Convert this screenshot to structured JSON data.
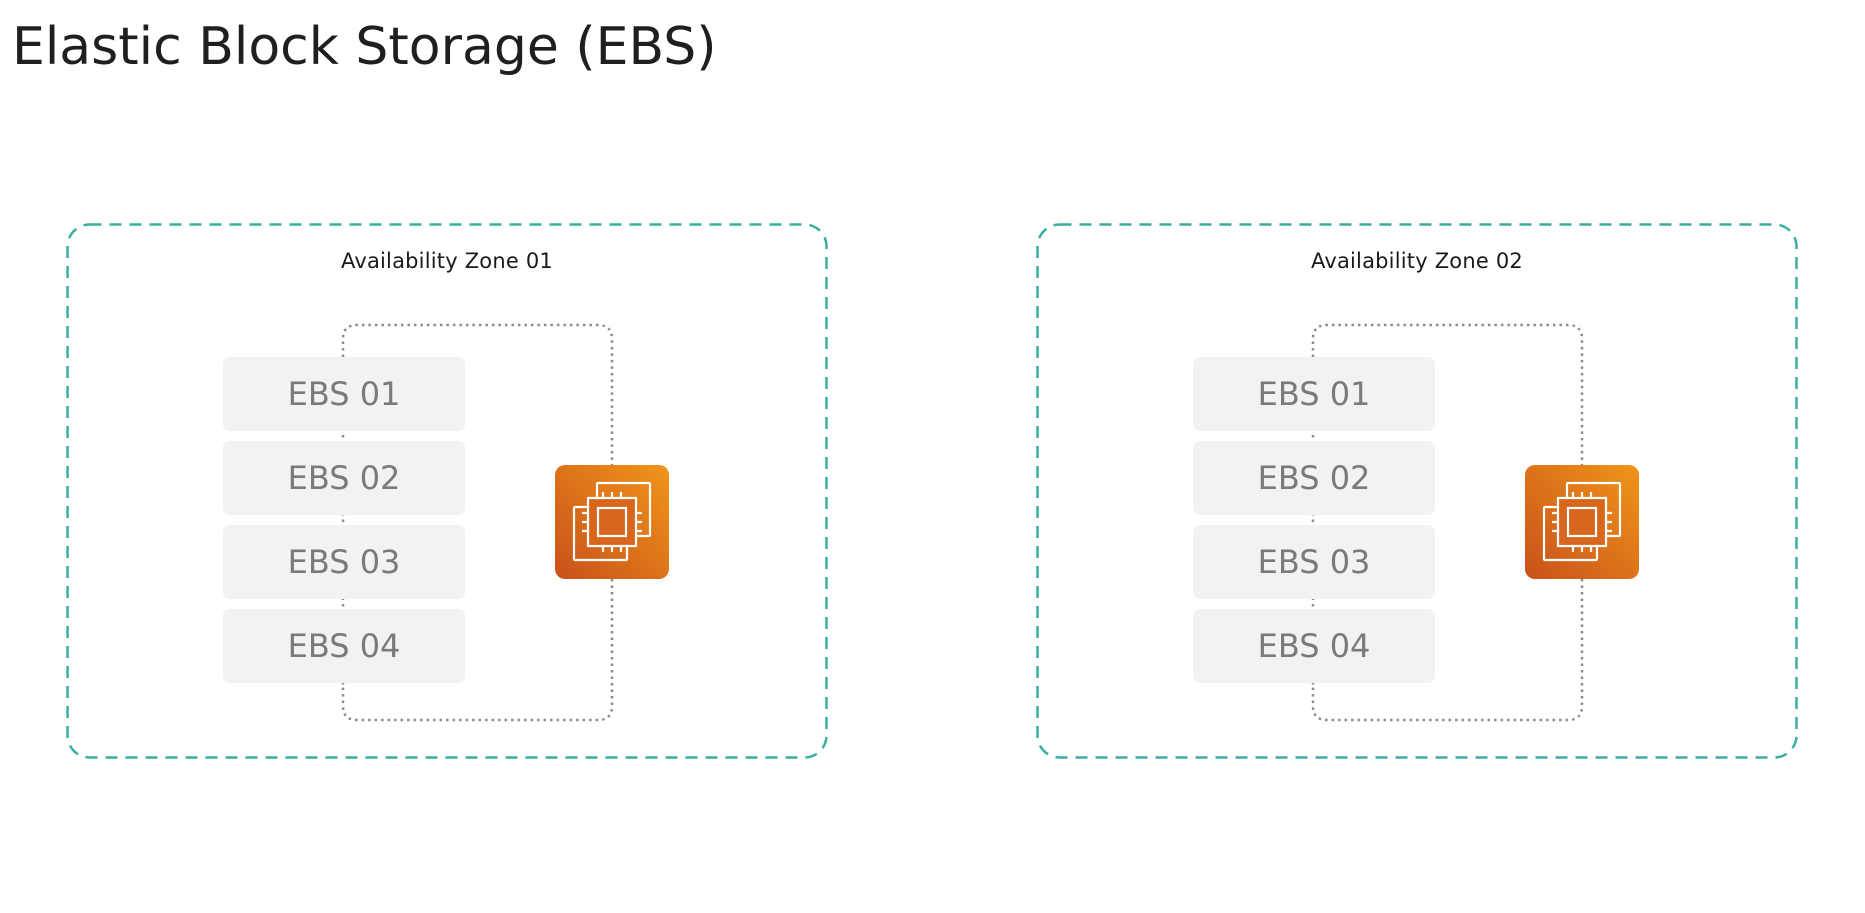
{
  "title": "Elastic Block Storage (EBS)",
  "zones": [
    {
      "label": "Availability Zone 01",
      "volumes": [
        "EBS 01",
        "EBS 02",
        "EBS 03",
        "EBS 04"
      ],
      "instance_icon": "ec2-instance-icon"
    },
    {
      "label": "Availability Zone 02",
      "volumes": [
        "EBS 01",
        "EBS 02",
        "EBS 03",
        "EBS 04"
      ],
      "instance_icon": "ec2-instance-icon"
    }
  ],
  "colors": {
    "zone_border": "#3aaf9f",
    "connector": "#8c8c8c",
    "volume_fill": "#f2f2f2",
    "volume_text": "#7a7a7a",
    "ec2_gradient_start": "#c8511b",
    "ec2_gradient_end": "#f0951a"
  }
}
